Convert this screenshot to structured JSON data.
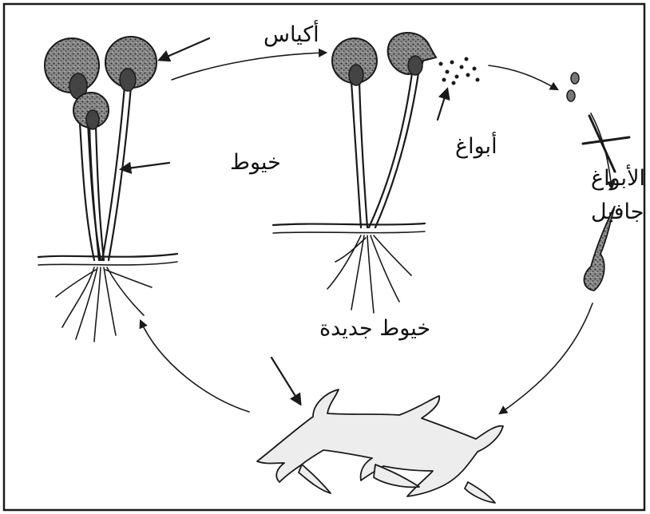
{
  "labels": {
    "sporangia": "أكياس",
    "hyphae": "خيوط",
    "spores": "أبواغ",
    "spore_damage_line1": "تخرب الأبواغ",
    "spore_damage_line2": "بماء جافيل",
    "new_hyphae": "خيوط جديدة"
  },
  "colors": {
    "ink": "#1a1a1a",
    "sporangium_fill": "#6b6b6b",
    "background": "#ffffff"
  }
}
